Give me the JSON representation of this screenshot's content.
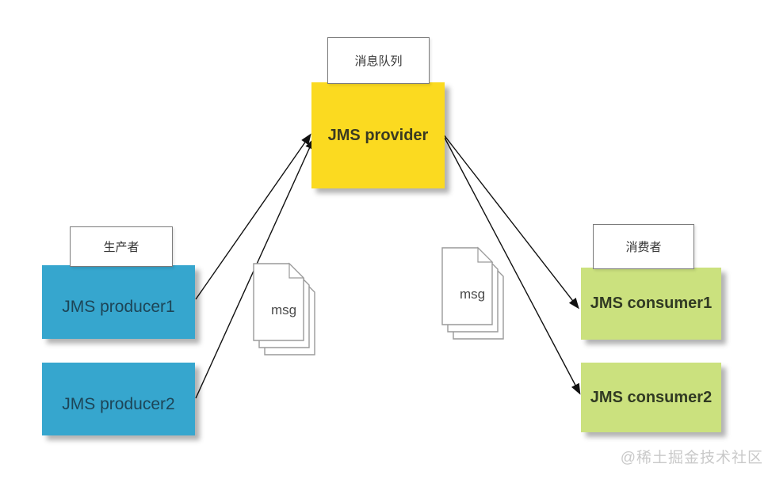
{
  "diagram": {
    "queue_tag": "消息队列",
    "provider": {
      "label": "JMS provider"
    },
    "producers_tag": "生产者",
    "producers": [
      {
        "label": "JMS producer1"
      },
      {
        "label": "JMS producer2"
      }
    ],
    "consumers_tag": "消费者",
    "consumers": [
      {
        "label": "JMS consumer1"
      },
      {
        "label": "JMS consumer2"
      }
    ],
    "messages": [
      {
        "label": "msg"
      },
      {
        "label": "msg"
      }
    ],
    "watermark": "@稀土掘金技术社区",
    "colors": {
      "provider_fill": "#FBDA20",
      "producer_fill": "#36A6CE",
      "consumer_fill": "#CBE17E",
      "arrow": "#111111",
      "doc_outline": "#9a9a9a",
      "label_border": "#7b7b7b",
      "watermark_text": "#c9c9c9"
    }
  }
}
